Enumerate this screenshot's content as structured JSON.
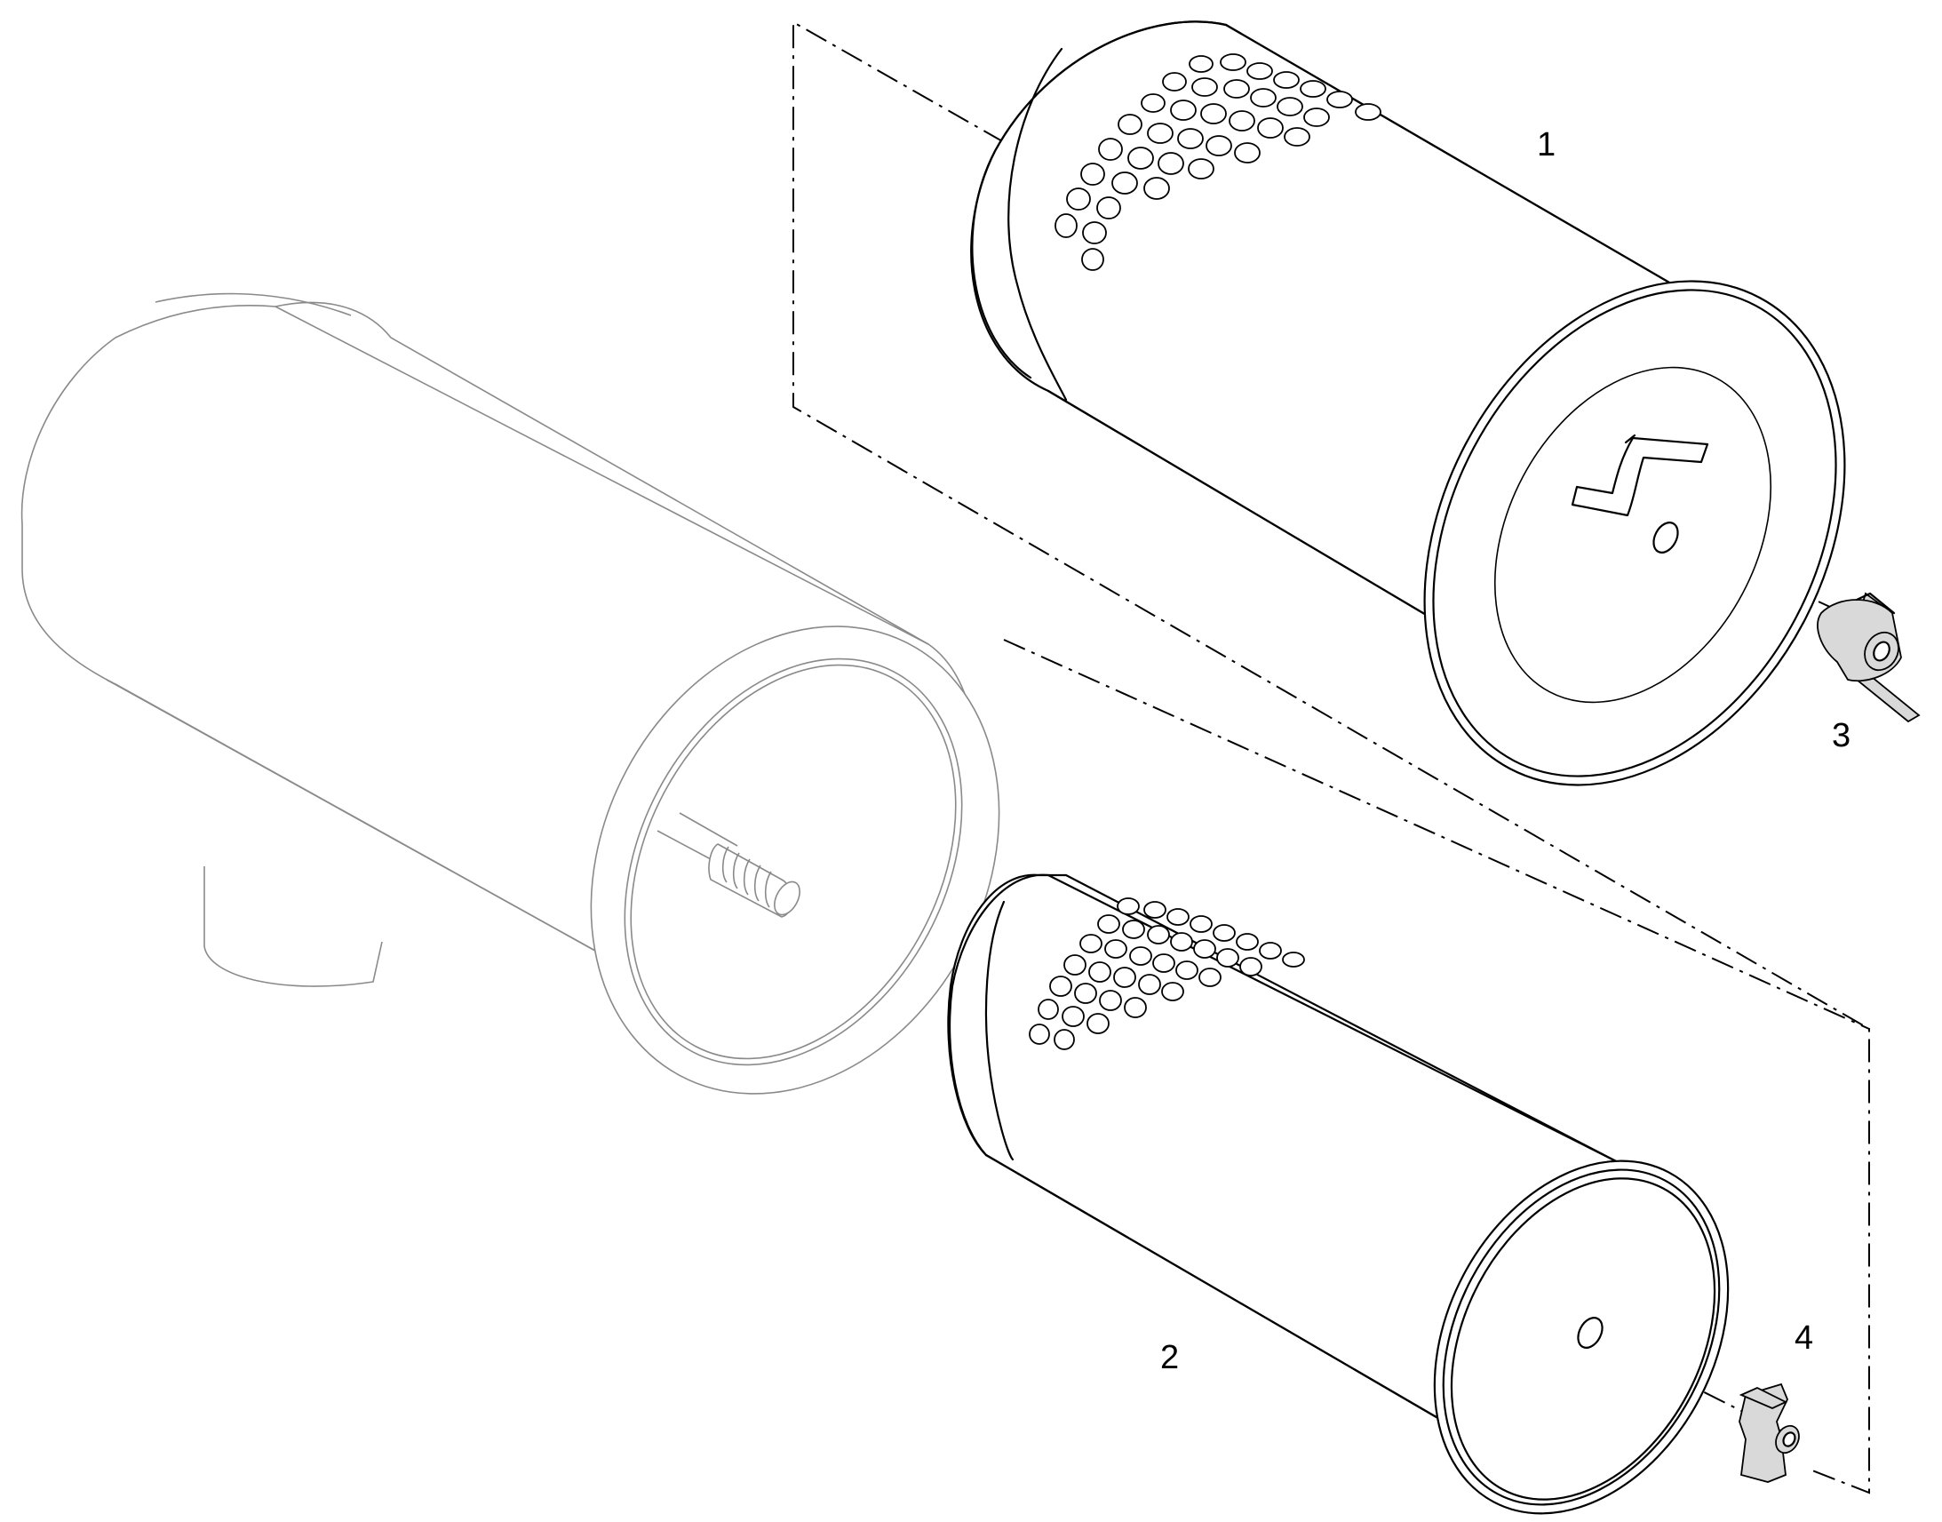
{
  "callouts": {
    "part1": "1",
    "part2": "2",
    "part3": "3",
    "part4": "4"
  },
  "colors": {
    "line": "#000000",
    "housing_line": "#8a8a8a",
    "nut_fill": "#d9d9d9",
    "background": "#ffffff"
  }
}
